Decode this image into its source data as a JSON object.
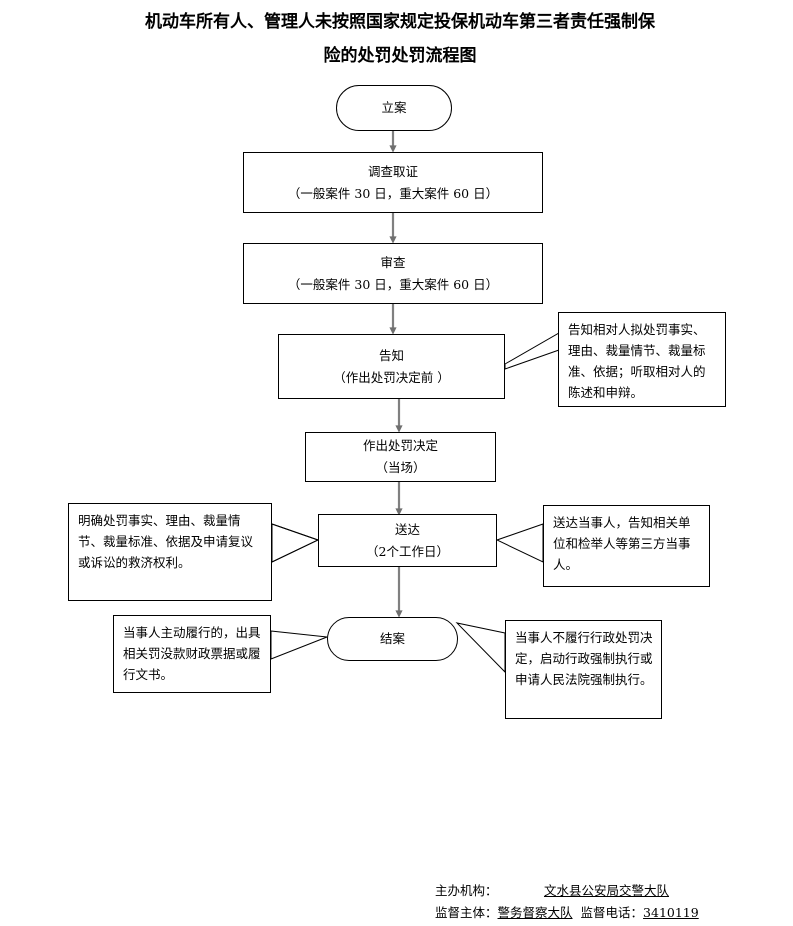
{
  "document": {
    "title_line1": "机动车所有人、管理人未按照国家规定投保机动车第三者责任强制保",
    "title_line2": "险的处罚处罚流程图"
  },
  "flow": {
    "type": "flowchart",
    "nodes": [
      {
        "id": "filing",
        "shape": "terminal",
        "line1": "立案",
        "line2": ""
      },
      {
        "id": "investigation",
        "shape": "process",
        "line1": "调查取证",
        "line2": "（一般案件 30 日，重大案件 60 日）"
      },
      {
        "id": "review",
        "shape": "process",
        "line1": "审查",
        "line2": "（一般案件 30 日，重大案件 60 日）"
      },
      {
        "id": "notify",
        "shape": "process",
        "line1": "告知",
        "line2": "（作出处罚决定前 ）"
      },
      {
        "id": "decision",
        "shape": "process",
        "line1": "作出处罚决定",
        "line2": "（当场）"
      },
      {
        "id": "serve",
        "shape": "process",
        "line1": "送达",
        "line2": "（2个工作日）"
      },
      {
        "id": "close",
        "shape": "terminal",
        "line1": "结案",
        "line2": ""
      }
    ],
    "callouts": [
      {
        "id": "notify-note",
        "side": "right",
        "text": "告知相对人拟处罚事实、理由、裁量情节、裁量标准、依据；听取相对人的陈述和申辩。"
      },
      {
        "id": "serve-note-left",
        "side": "left",
        "text": "明确处罚事实、理由、裁量情节、裁量标准、依据及申请复议或诉讼的救济权利。"
      },
      {
        "id": "serve-note-right",
        "side": "right",
        "text": "送达当事人，告知相关单位和检举人等第三方当事人。"
      },
      {
        "id": "close-note-left",
        "side": "left",
        "text": "当事人主动履行的，出具相关罚没款财政票据或履行文书。"
      },
      {
        "id": "close-note-right",
        "side": "right",
        "text": "当事人不履行行政处罚决定，启动行政强制执行或申请人民法院强制执行。"
      }
    ]
  },
  "footer": {
    "org_label": "主办机构：",
    "org_value": "文水县公安局交警大队",
    "supervisor_label": "监督主体：",
    "supervisor_value": "警务督察大队",
    "phone_label": "监督电话：",
    "phone_value": "3410119"
  },
  "colors": {
    "line": "#000000",
    "arrow": "#7f7f7f",
    "background": "#ffffff",
    "text": "#000000"
  }
}
